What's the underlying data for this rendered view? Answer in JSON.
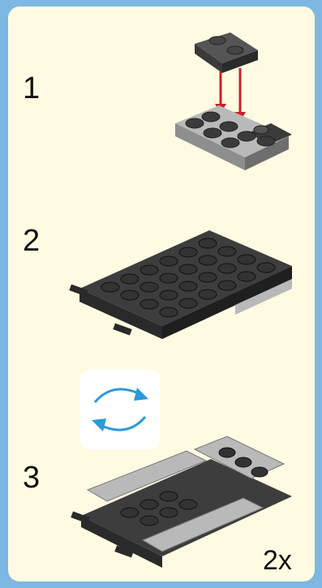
{
  "steps": [
    {
      "number": "1"
    },
    {
      "number": "2"
    },
    {
      "number": "3"
    }
  ],
  "quantity": "2x",
  "icons": {
    "rotate": "rotate-arrows-icon",
    "arrow": "red-down-arrow-icon"
  },
  "colors": {
    "page_background": "#7cb8e2",
    "panel_background": "#fffbe2",
    "brick_dark": "#3b3b3b",
    "brick_light": "#b9b9b9",
    "arrow_red": "#c8202a",
    "rotate_blue": "#2a9ad8"
  }
}
